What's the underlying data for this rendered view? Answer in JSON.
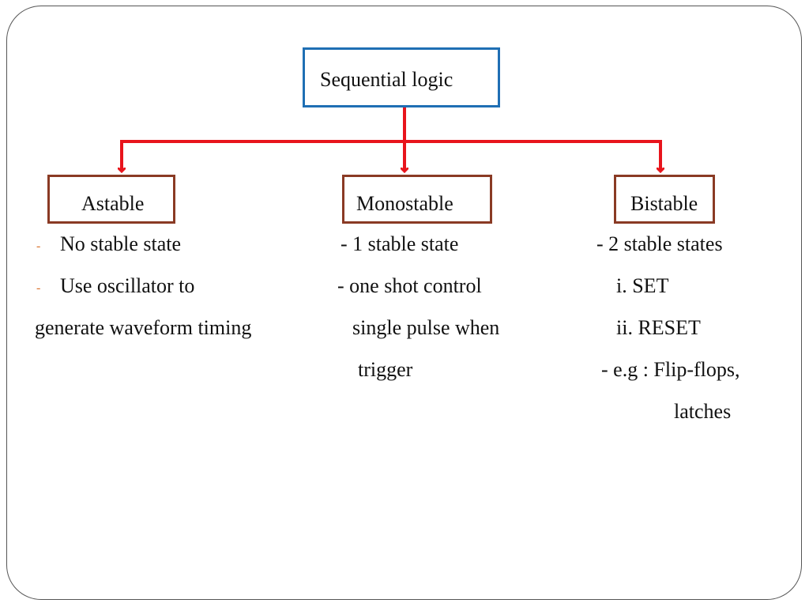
{
  "diagram": {
    "root": {
      "label": "Sequential logic"
    },
    "children": [
      {
        "id": "astable",
        "label": "Astable"
      },
      {
        "id": "monostable",
        "label": "Monostable"
      },
      {
        "id": "bistable",
        "label": "Bistable"
      }
    ],
    "colors": {
      "root_border": "#1f6fb4",
      "child_border": "#8a3a24",
      "connector": "#e8141c",
      "bullet": "#d9712b"
    }
  },
  "notes": {
    "astable": {
      "bullet": "-",
      "line1": "No stable state",
      "line2": "Use oscillator to",
      "line3": "generate waveform timing"
    },
    "monostable": {
      "line1": "- 1 stable state",
      "line2": "- one shot control",
      "line3": "single pulse when",
      "line4": "trigger"
    },
    "bistable": {
      "line1": "- 2 stable states",
      "line2": "i. SET",
      "line3": "ii. RESET",
      "line4": "- e.g : Flip-flops,",
      "line5": "latches"
    }
  }
}
